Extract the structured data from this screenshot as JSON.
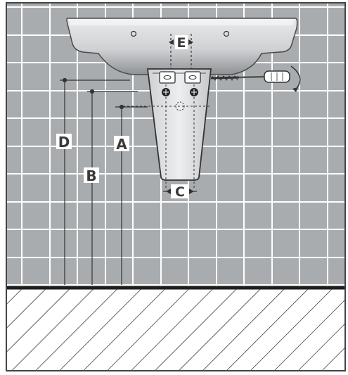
{
  "diagram": {
    "labels": {
      "A": "A",
      "B": "B",
      "C": "C",
      "D": "D",
      "E": "E"
    },
    "colors": {
      "wall_tile": "#a9acaf",
      "grout": "#ffffff",
      "floor_line": "#2a2a2a",
      "basin_fill": "#d6d8da",
      "basin_shadow": "#8e9194",
      "pedestal_fill": "#dfe1e3",
      "outline": "#4a4a4a",
      "dimension_line": "#333333",
      "hatch": "#222222"
    }
  }
}
